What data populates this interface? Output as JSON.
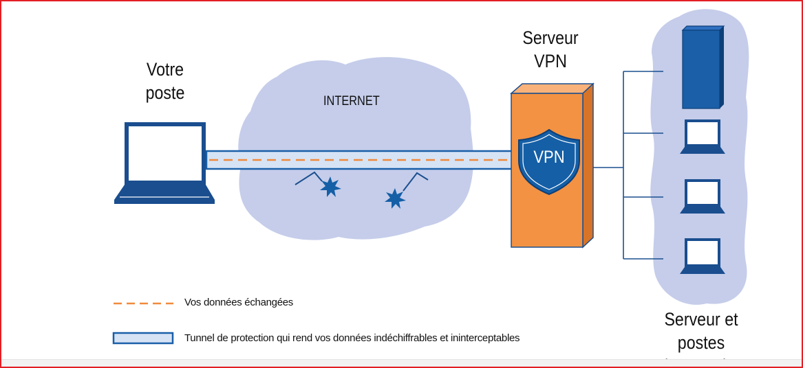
{
  "labels": {
    "your_station_line1": "Votre",
    "your_station_line2": "poste",
    "internet": "INTERNET",
    "vpn_server_line1": "Serveur",
    "vpn_server_line2": "VPN",
    "vpn_shield": "VPN",
    "company_line1": "Serveur et postes",
    "company_line2": "d’entreprise"
  },
  "legend": {
    "data_exchanged": "Vos données échangées",
    "tunnel": "Tunnel de protection qui rend vos données indéchiffrables et ininterceptables"
  },
  "colors": {
    "frame_border": "#e31e24",
    "cloud_fill": "#c5cdea",
    "dark_blue": "#1a4e8f",
    "tunnel_fill": "#d6e3f5",
    "data_line": "#f08a3c",
    "server_orange": "#f39242",
    "server_orange_dark": "#d87427",
    "shield_blue": "#155fa6"
  }
}
